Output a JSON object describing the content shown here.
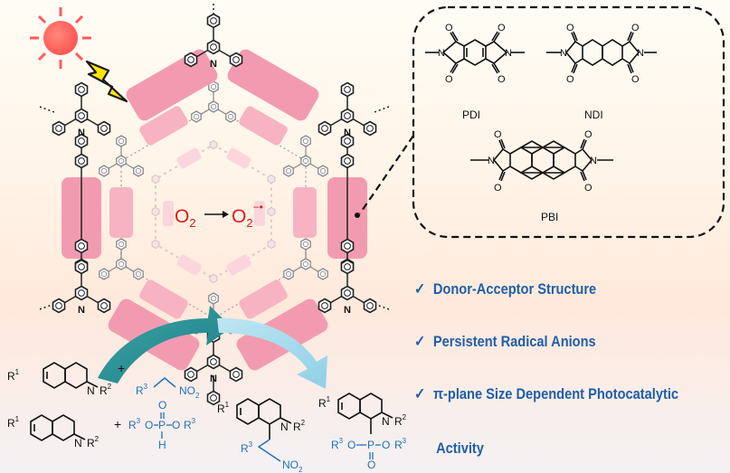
{
  "reaction": {
    "o2": "O",
    "o2_sub": "2",
    "superoxide": "O",
    "superoxide_sub": "2",
    "superoxide_sup": "−•"
  },
  "acceptors": {
    "pdi_label": "PDI",
    "ndi_label": "NDI",
    "pbi_label": "PBI"
  },
  "atoms": {
    "N": "N",
    "O": "O",
    "H": "H",
    "P": "P",
    "plus": "+"
  },
  "substituents": {
    "r1": "R",
    "r1_sup": "1",
    "r2": "R",
    "r2_sup": "2",
    "r3": "R",
    "r3_sup": "3",
    "no2": "NO",
    "no2_sub": "2"
  },
  "features": {
    "checkmark": "✓",
    "items": [
      "Donor-Acceptor Structure",
      "Persistent Radical Anions",
      "π-plane Size Dependent Photocatalytic"
    ],
    "continuation": "Activity"
  },
  "colors": {
    "accent_blue": "#1f5fa8",
    "reagent_blue": "#1e73be",
    "pink_block": "#f29bb0",
    "sun": "#ff5a5a",
    "bolt": "#ffe600"
  }
}
